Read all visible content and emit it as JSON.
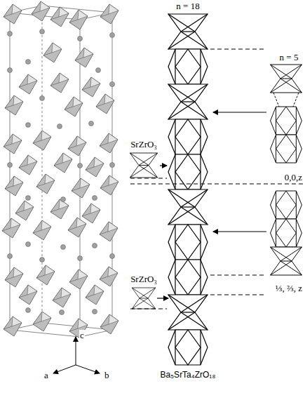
{
  "diagram": {
    "labels": [
      "n = 18",
      "n = 5",
      "SrZrO₃",
      "0,0,z",
      "SrZrO₃",
      "⅓, ⅔, z",
      "Ba₅SrTa₄ZrO₁₈",
      "c",
      "a",
      "b"
    ]
  }
}
